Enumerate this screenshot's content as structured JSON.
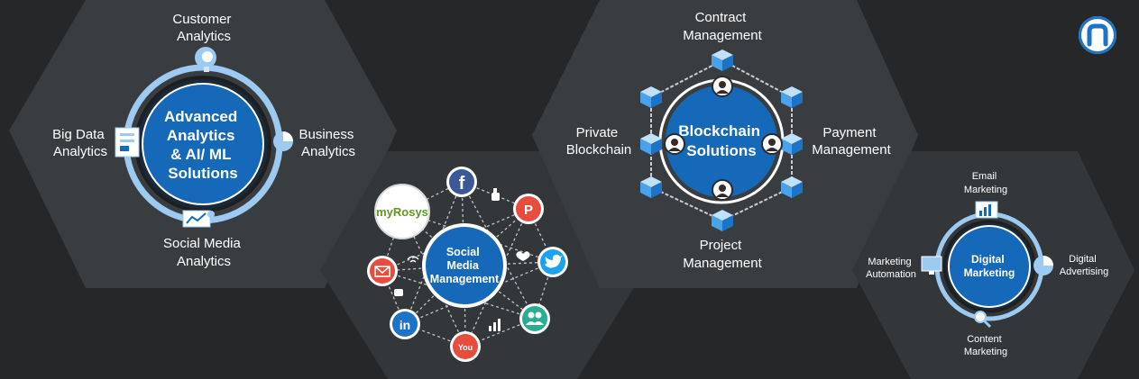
{
  "colors": {
    "background": "#262728",
    "hexagon": "#3a3d40",
    "core_blue": "#1569b8",
    "ring_light": "#9ccaf0",
    "text": "#ffffff"
  },
  "analytics": {
    "center": [
      "Advanced",
      "Analytics",
      "& AI/ ML",
      "Solutions"
    ],
    "top": [
      "Customer",
      "Analytics"
    ],
    "left": [
      "Big Data",
      "Analytics"
    ],
    "right": [
      "Business",
      "Analytics"
    ],
    "bottom": [
      "Social Media",
      "Analytics"
    ],
    "icons": [
      "head-bulb-icon",
      "document-chart-icon",
      "pie-chart-icon",
      "dashboard-icon"
    ]
  },
  "social": {
    "center": [
      "Social",
      "Media",
      "Management"
    ],
    "brand": "myRosys",
    "networks": [
      "facebook-icon",
      "pinterest-icon",
      "twitter-icon",
      "community-icon",
      "youtube-icon",
      "linkedin-icon",
      "email-icon"
    ],
    "brand_glyphs": {
      "facebook": "f",
      "pinterest": "P",
      "linkedin": "in",
      "youtube": "You"
    }
  },
  "blockchain": {
    "center": [
      "Blockchain",
      "Solutions"
    ],
    "top": [
      "Contract",
      "Management"
    ],
    "left": [
      "Private",
      "Blockchain"
    ],
    "right": [
      "Payment",
      "Management"
    ],
    "bottom": [
      "Project",
      "Management"
    ],
    "icons": [
      "block-cube-icon",
      "user-avatar-icon"
    ]
  },
  "digital": {
    "center": [
      "Digital",
      "Marketing"
    ],
    "top": [
      "Email",
      "Marketing"
    ],
    "left": [
      "Marketing",
      "Automation"
    ],
    "right": [
      "Digital",
      "Advertising"
    ],
    "bottom": [
      "Content",
      "Marketing"
    ],
    "icons": [
      "bar-chart-icon",
      "monitor-icon",
      "pie-chart-icon",
      "magnifier-icon"
    ]
  }
}
